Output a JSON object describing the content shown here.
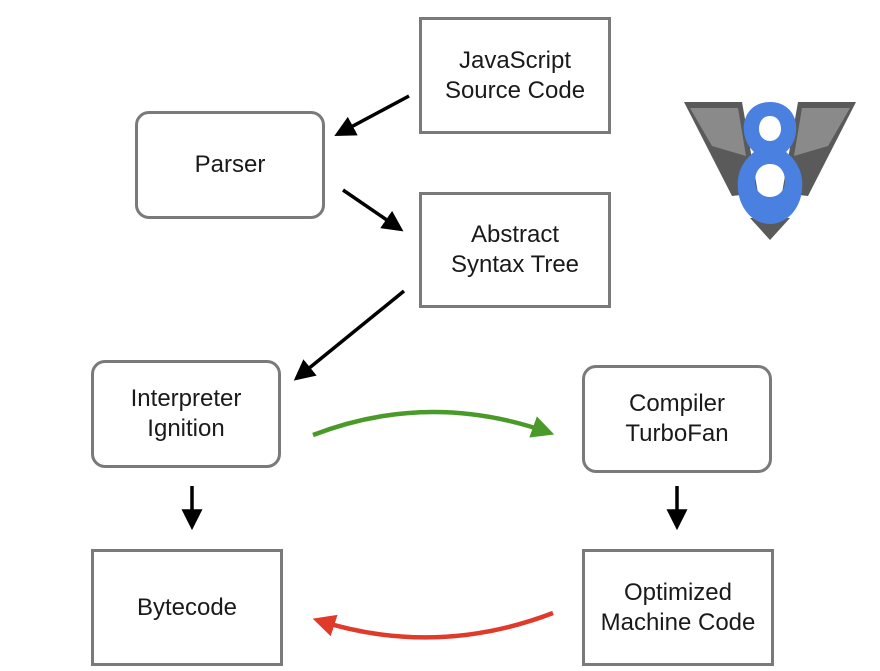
{
  "diagram": {
    "nodes": {
      "source": {
        "lines": [
          "JavaScript",
          "Source Code"
        ]
      },
      "parser": {
        "lines": [
          "Parser"
        ]
      },
      "ast": {
        "lines": [
          "Abstract",
          "Syntax Tree"
        ]
      },
      "interpreter": {
        "lines": [
          "Interpreter",
          "Ignition"
        ]
      },
      "compiler": {
        "lines": [
          "Compiler",
          "TurboFan"
        ]
      },
      "bytecode": {
        "lines": [
          "Bytecode"
        ]
      },
      "machine_code": {
        "lines": [
          "Optimized",
          "Machine Code"
        ]
      }
    },
    "edges": [
      {
        "from": "source",
        "to": "parser",
        "color": "#000000"
      },
      {
        "from": "parser",
        "to": "ast",
        "color": "#000000"
      },
      {
        "from": "ast",
        "to": "interpreter",
        "color": "#000000"
      },
      {
        "from": "interpreter",
        "to": "bytecode",
        "color": "#000000"
      },
      {
        "from": "interpreter",
        "to": "compiler",
        "color": "#4a9a2a"
      },
      {
        "from": "compiler",
        "to": "machine_code",
        "color": "#000000"
      },
      {
        "from": "machine_code",
        "to": "bytecode",
        "color": "#e03a2a"
      }
    ]
  },
  "logo": {
    "icon": "v8-logo-icon",
    "colors": {
      "blue": "#4a80e0",
      "dark_gray": "#5a5a5a",
      "light_gray": "#9a9a9a"
    }
  },
  "colors": {
    "box_border": "#7a7a7a",
    "arrow": "#000000",
    "optimize_arrow": "#4a9a2a",
    "deoptimize_arrow": "#e03a2a"
  }
}
